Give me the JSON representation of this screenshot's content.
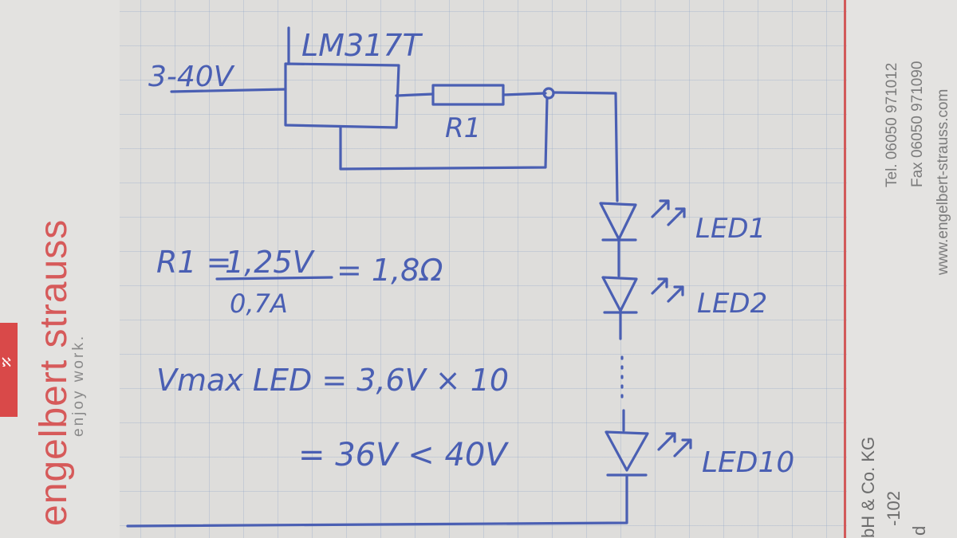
{
  "paper": {
    "brand": "engelbert strauss",
    "slogan": "enjoy work.",
    "phone": "Tel. 06050 971012",
    "fax": "Fax 06050 971090",
    "website": "www.engelbert-strauss.com",
    "company_line1": "bH & Co. KG",
    "company_line2": "-102",
    "company_line3": "d"
  },
  "circuit": {
    "regulator_label": "LM317T",
    "input_label": "3-40V",
    "resistor_label": "R1",
    "leds": [
      {
        "label": "LED1"
      },
      {
        "label": "LED2"
      },
      {
        "label": "LED10"
      }
    ]
  },
  "calculations": {
    "formula_lhs": "R1 =",
    "numerator": "1,25V",
    "denominator": "0,7A",
    "formula_result": "= 1,8Ω",
    "vmax_line": "Vmax LED = 3,6V × 10",
    "vmax_result": "= 36V < 40V"
  },
  "colors": {
    "ink": "#4a5fb3",
    "grid": "#96aac8",
    "brand_red": "#d65a5a"
  }
}
